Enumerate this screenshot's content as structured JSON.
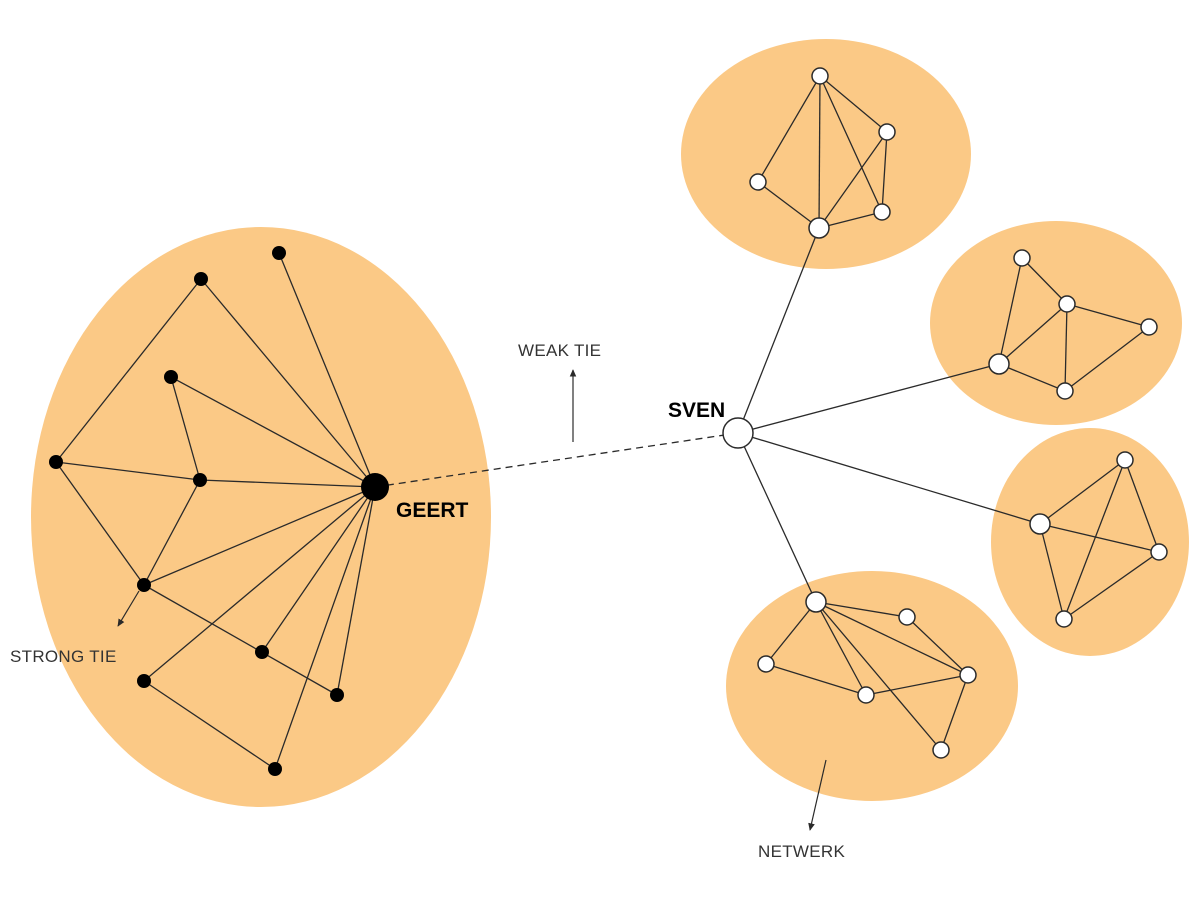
{
  "labels": {
    "geert": "GEERT",
    "sven": "SVEN",
    "weak_tie": "WEAK TIE",
    "strong_tie": "STRONG TIE",
    "netwerk": "NETWERK"
  },
  "colors": {
    "cluster_fill": "#fbc986",
    "geert_nodes": "#000000",
    "sven_nodes": "#ffffff",
    "lines": "#2a2a2a"
  }
}
